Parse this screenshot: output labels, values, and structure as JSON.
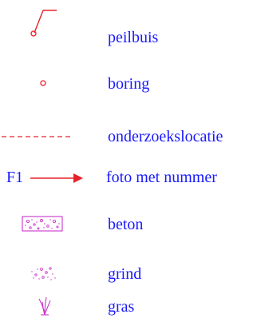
{
  "colors": {
    "label": "#1a1aff",
    "symbol_red": "#e8202a",
    "symbol_magenta": "#cc33cc"
  },
  "legend": {
    "items": [
      {
        "id": "peilbuis",
        "label": "peilbuis",
        "icon": "peilbuis-icon"
      },
      {
        "id": "boring",
        "label": "boring",
        "icon": "boring-circle-icon"
      },
      {
        "id": "onderzoekslocatie",
        "label": "onderzoekslocatie",
        "icon": "dashed-line-icon"
      },
      {
        "id": "foto",
        "label": "foto met nummer",
        "icon": "arrow-right-icon",
        "prefix": "F1"
      },
      {
        "id": "beton",
        "label": "beton",
        "icon": "concrete-hatch-icon"
      },
      {
        "id": "grind",
        "label": "grind",
        "icon": "gravel-dots-icon"
      },
      {
        "id": "gras",
        "label": "gras",
        "icon": "grass-tuft-icon"
      }
    ]
  }
}
